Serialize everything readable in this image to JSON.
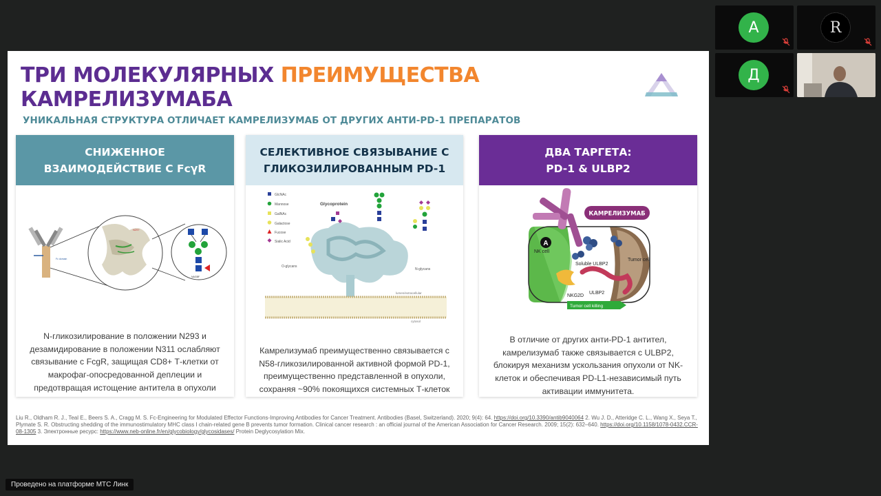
{
  "participants": [
    {
      "initial": "А",
      "type": "letter",
      "muted": true
    },
    {
      "initial": "R",
      "type": "logo",
      "muted": true
    },
    {
      "initial": "Д",
      "type": "letter",
      "muted": true
    },
    {
      "initial": "",
      "type": "camera",
      "muted": false
    }
  ],
  "slide": {
    "title_part1": "ТРИ МОЛЕКУЛЯРНЫХ",
    "title_part2": "ПРЕИМУЩЕСТВА",
    "title_part3": "КАМРЕЛИЗУМАБА",
    "subtitle": "УНИКАЛЬНАЯ СТРУКТУРА ОТЛИЧАЕТ КАМРЕЛИЗУМАБ ОТ ДРУГИХ АНТИ-PD-1 ПРЕПАРАТОВ",
    "cards": [
      {
        "heading_line1": "СНИЖЕННОЕ",
        "heading_line2": "ВЗАИМОДЕЙСТВИЕ С FcγR",
        "figure_labels": {
          "n297": "N297",
          "fc": "Fc domain",
          "gal": "NAGBF"
        },
        "text": "N-гликозилирование в положении N293 и дезамидирование в положении N311 ослабляют связывание с FcgR, защищая CD8+ Т-клетки от макрофаг-опосредованной деплеции и предотвращая истощение антитела в опухоли"
      },
      {
        "heading_line1": "СЕЛЕКТИВНОЕ СВЯЗЫВАНИЕ С",
        "heading_line2": "ГЛИКОЗИЛИРОВАННЫМ PD-1",
        "figure_labels": {
          "legend": [
            "GlcNAc",
            "Mannose",
            "GalNAc",
            "Galactose",
            "Fucose",
            "Sialic Acid"
          ],
          "glycoprotein": "Glycoprotein",
          "o_glycans": "O-glycans",
          "n_glycans": "N-glycans",
          "lumen": "lumen/extracellular",
          "cytosol": "cytosol"
        },
        "text": "Камрелизумаб преимущественно связывается с N58-гликозилированной активной формой PD-1, преимущественно представленной в опухоли, сохраняя ~90% покоящихся системных Т-клеток"
      },
      {
        "heading_line1": "ДВА ТАРГЕТА:",
        "heading_line2": "PD-1 & ULBP2",
        "figure_labels": {
          "drug": "КАМРЕЛИЗУМАБ",
          "panel": "A",
          "nk_cell": "NK cell",
          "tumor_cell": "Tumor cell",
          "soluble": "Soluble ULBP2",
          "ulbp2": "ULBP2",
          "nkg2d": "NKG2D",
          "killing": "Tumor cell killing"
        },
        "text": "В отличие от других анти-PD-1 антител, камрелизумаб также связывается с ULBP2, блокируя механизм ускользания опухоли от NK-клеток и обеспечивая PD-L1-независимый путь активации иммунитета."
      }
    ],
    "refs": {
      "r1_text": "Liu R., Oldham R. J., Teal E., Beers S. A., Cragg M. S. Fc-Engineering for Modulated Effector Functions-Improving Antibodies for Cancer Treatment. Antibodies (Basel, Switzerland). 2020; 9(4): 64.",
      "r1_link": "https://doi.org/10.3390/antib9040064",
      "r1_num": "2.",
      "r2_text": "Wu J. D., Atteridge C. L., Wang X., Seya T., Plymate S. R. Obstructing shedding of the immunostimulatory MHC class I chain-related gene B prevents tumor formation. Clinical cancer research : an official journal of the American Association for Cancer Research. 2009; 15(2): 632–640.",
      "r2_link": "https://doi.org/10.1158/1078-0432.CCR-08-1305",
      "r3_text": "3. Электронные ресурс:",
      "r3_link": "https://www.neb-online.fr/en/glycobiology/glycosidases/",
      "r3_tail": "Protein Deglycosylation Mix."
    }
  },
  "platform_badge": "Проведено на платформе МТС Линк",
  "colors": {
    "title_purple": "#5c2d91",
    "title_orange": "#f2862e",
    "subtitle_teal": "#4e8a97",
    "card1": "#5b97a6",
    "card2": "#d7e8f0",
    "card3": "#6a2d96"
  }
}
